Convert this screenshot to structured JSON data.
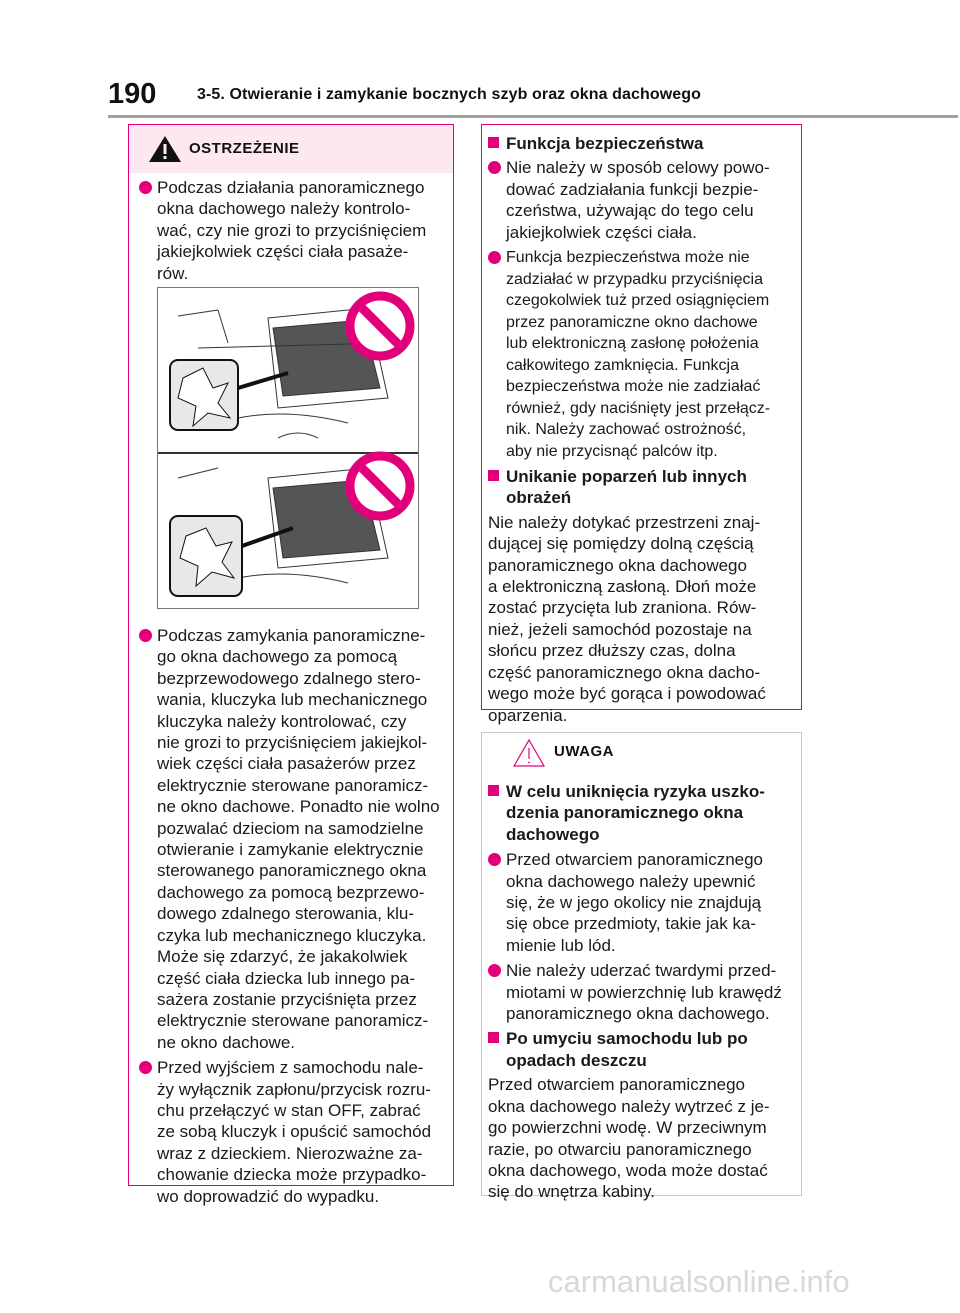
{
  "header": {
    "page_number": "190",
    "section_title": "3-5. Otwieranie i zamykanie bocznych szyb oraz okna dachowego"
  },
  "warning_left": {
    "title": "OSTRZEŻENIE",
    "bullet1": [
      "Podczas działania panoramicznego",
      "okna dachowego należy kontrolo-",
      "wać, czy nie grozi to przyciśnięciem",
      "jakiejkolwiek części ciała pasaże-",
      "rów."
    ],
    "bullet2": [
      "Podczas zamykania panoramiczne-",
      "go okna dachowego za pomocą",
      "bezprzewodowego zdalnego stero-",
      "wania, kluczyka lub mechanicznego",
      "kluczyka należy kontrolować, czy",
      "nie grozi to przyciśnięciem jakiejkol-",
      "wiek części ciała pasażerów przez",
      "elektrycznie sterowane panoramicz-",
      "ne okno dachowe. Ponadto nie wolno",
      "pozwalać dzieciom na samodzielne",
      "otwieranie i zamykanie elektrycznie",
      "sterowanego panoramicznego okna",
      "dachowego za pomocą bezprzewo-",
      "dowego zdalnego sterowania, klu-",
      "czyka lub mechanicznego kluczyka.",
      "Może się zdarzyć, że jakakolwiek",
      "część ciała dziecka lub innego pa-",
      "sażera zostanie przyciśnięta przez",
      "elektrycznie sterowane panoramicz-",
      "ne okno dachowe."
    ],
    "bullet3": [
      "Przed wyjściem z samochodu nale-",
      "ży wyłącznik zapłonu/przycisk rozru-",
      "chu przełączyć w stan OFF, zabrać",
      "ze sobą kluczyk i opuścić samochód",
      "wraz z dzieckiem. Nierozważne za-",
      "chowanie dziecka może przypadko-",
      "wo doprowadzić do wypadku."
    ]
  },
  "warning_right": {
    "heading1": [
      "Funkcja bezpieczeństwa"
    ],
    "bullet1": [
      "Nie należy w sposób celowy powo-",
      "dować zadziałania funkcji bezpie-",
      "czeństwa, używając do tego celu",
      "jakiejkolwiek części ciała."
    ],
    "bullet2": [
      "Funkcja bezpieczeństwa może nie",
      "zadziałać w przypadku przyciśnięcia",
      "czegokolwiek tuż przed osiągnięciem",
      "przez panoramiczne okno dachowe",
      "lub elektroniczną zasłonę położenia",
      "całkowitego zamknięcia. Funkcja",
      "bezpieczeństwa może nie zadziałać",
      "również, gdy naciśnięty jest przełącz-",
      "nik. Należy zachować ostrożność,",
      "aby nie przycisnąć palców itp."
    ],
    "heading2": [
      "Unikanie poparzeń lub innych",
      "obrażeń"
    ],
    "para": [
      "Nie należy dotykać przestrzeni znaj-",
      "dującej się pomiędzy dolną częścią",
      "panoramicznego okna dachowego",
      "a elektroniczną zasłoną. Dłoń może",
      "zostać przycięta lub zraniona. Rów-",
      "nież, jeżeli samochód pozostaje na",
      "słońcu przez dłuższy czas, dolna",
      "część panoramicznego okna dacho-",
      "wego może być gorąca i powodować",
      "oparzenia."
    ]
  },
  "notice": {
    "title": "UWAGA",
    "heading1": [
      "W celu uniknięcia ryzyka uszko-",
      "dzenia panoramicznego okna",
      "dachowego"
    ],
    "bullet1": [
      "Przed otwarciem panoramicznego",
      "okna dachowego należy upewnić",
      "się, że w jego okolicy nie znajdują",
      "się obce przedmioty, takie jak ka-",
      "mienie lub lód."
    ],
    "bullet2": [
      "Nie należy uderzać twardymi przed-",
      "miotami w powierzchnię lub krawędź",
      "panoramicznego okna dachowego."
    ],
    "heading2": [
      "Po umyciu samochodu lub po",
      "opadach deszczu"
    ],
    "para": [
      "Przed otwarciem panoramicznego",
      "okna dachowego należy wytrzeć z je-",
      "go powierzchni wodę. W przeciwnym",
      "razie, po otwarciu panoramicznego",
      "okna dachowego, woda może dostać",
      "się do wnętrza kabiny."
    ]
  },
  "watermark": "carmanualsonline.info",
  "colors": {
    "accent": "#e2007a",
    "warning_header_bg": "#fde8f1",
    "notice_border": "#c8c8c8"
  }
}
